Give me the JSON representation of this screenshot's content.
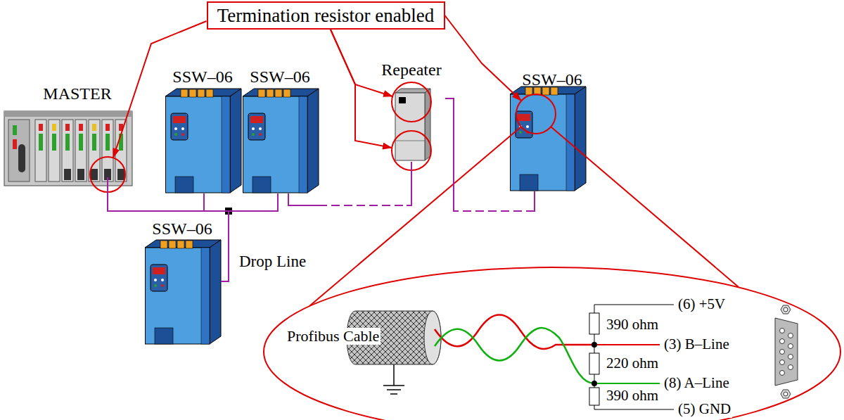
{
  "diagram": {
    "nodes": [
      {
        "text": [
          "Termination resistor enabled"
        ]
      },
      {
        "text": [
          "MASTER"
        ]
      },
      {
        "text": [
          "SSW–06"
        ]
      },
      {
        "text": [
          "SSW–06"
        ]
      },
      {
        "text": [
          "Repeater"
        ]
      },
      {
        "text": [
          "SSW–06"
        ]
      },
      {
        "text": [
          "SSW–06"
        ]
      }
    ],
    "edges": [
      {
        "from": 1,
        "to": 2,
        "arrow": "none"
      },
      {
        "from": 2,
        "to": 3,
        "arrow": "none"
      },
      {
        "from": 2,
        "to": 6,
        "arrow": "none"
      },
      {
        "from": 3,
        "to": 4,
        "arrow": "none"
      },
      {
        "from": 4,
        "to": 5,
        "arrow": "none"
      },
      {
        "from": 0,
        "to": 1,
        "arrow": "to"
      },
      {
        "from": 0,
        "to": 4,
        "arrow": "to"
      },
      {
        "from": 0,
        "to": 4,
        "arrow": "to"
      },
      {
        "from": 0,
        "to": 5,
        "arrow": "to"
      }
    ],
    "labels": [
      "Drop Line",
      "Profibus Cable",
      "(6) +5V",
      "390 ohm",
      "(3) B–Line",
      "220 ohm",
      "(8) A–Line",
      "390 ohm",
      "(5) GND"
    ]
  }
}
